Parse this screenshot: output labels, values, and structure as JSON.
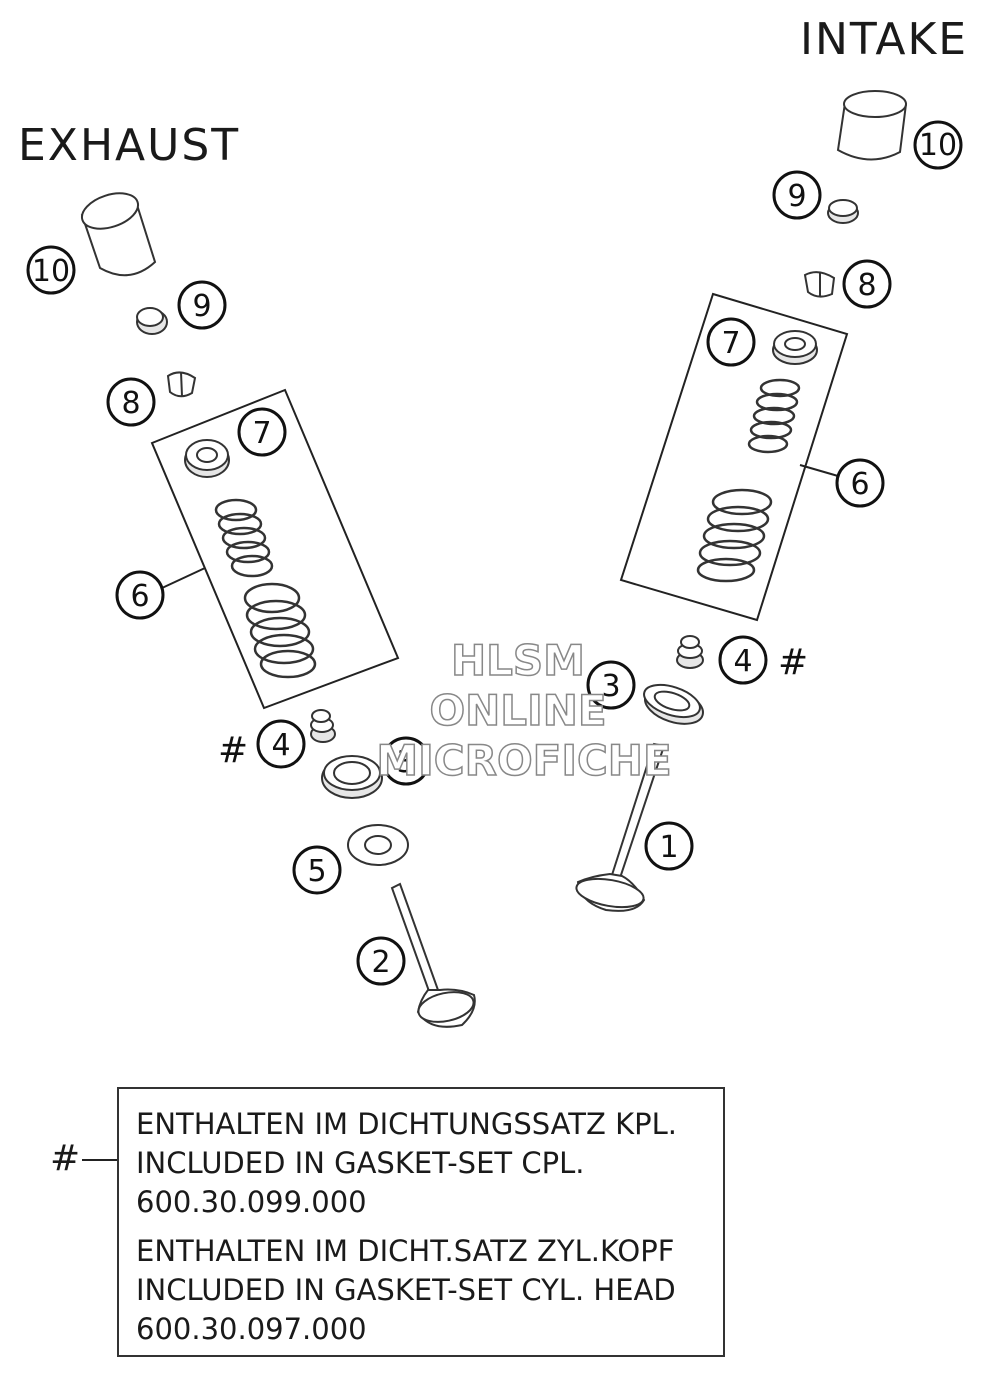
{
  "titles": {
    "exhaust": "EXHAUST",
    "intake": "INTAKE"
  },
  "callouts": {
    "exhaust": {
      "c10": "10",
      "c9": "9",
      "c8": "8",
      "c7": "7",
      "c6": "6",
      "c4": "4",
      "c3": "3",
      "c5": "5",
      "c2": "2",
      "hash": "#"
    },
    "intake": {
      "c10": "10",
      "c9": "9",
      "c8": "8",
      "c7": "7",
      "c6": "6",
      "c4": "4",
      "c3": "3",
      "c1": "1",
      "hash": "#"
    }
  },
  "watermark": {
    "line1": "HLSM",
    "line2": "ONLINE",
    "line3": "MICROFICHE"
  },
  "note": {
    "marker": "#",
    "lines_a": [
      "ENTHALTEN IM DICHTUNGSSATZ KPL.",
      "INCLUDED IN GASKET-SET CPL.",
      "600.30.099.000"
    ],
    "lines_b": [
      "ENTHALTEN IM DICHT.SATZ ZYL.KOPF",
      "INCLUDED IN GASKET-SET CYL. HEAD",
      "600.30.097.000"
    ]
  }
}
